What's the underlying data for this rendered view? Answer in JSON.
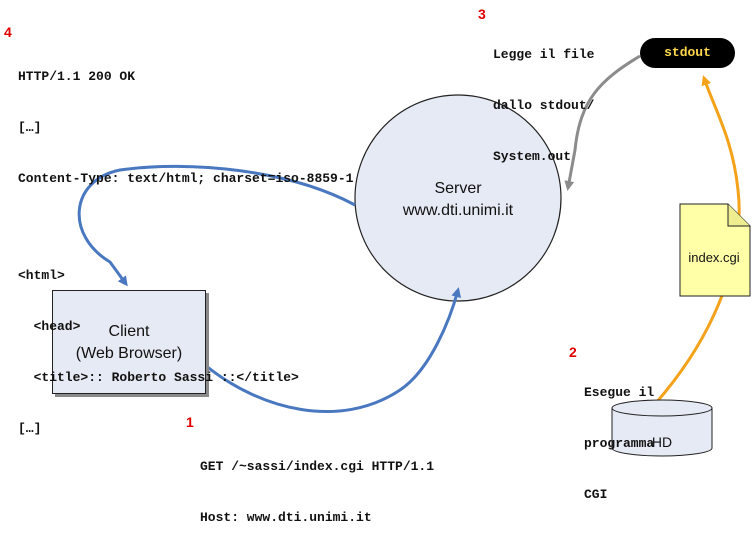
{
  "steps": {
    "response": {
      "number": "4",
      "lines": [
        "HTTP/1.1 200 OK",
        "[…]",
        "Content-Type: text/html; charset=iso-8859-1",
        "",
        "<html>",
        "  <head>",
        "  <title>:: Roberto Sassi ::</title>",
        "[…]"
      ]
    },
    "read_stdout": {
      "number": "3",
      "lines": [
        "Legge il file",
        "dallo stdout/",
        "System.out"
      ]
    },
    "execute": {
      "number": "2",
      "lines": [
        "Esegue il",
        "programma",
        "CGI"
      ]
    },
    "request": {
      "number": "1",
      "lines": [
        "GET /~sassi/index.cgi HTTP/1.1",
        "Host: www.dti.unimi.it"
      ]
    }
  },
  "nodes": {
    "client": {
      "line1": "Client",
      "line2": "(Web Browser)"
    },
    "server": {
      "line1": "Server",
      "line2": "www.dti.unimi.it"
    },
    "stdout": {
      "label": "stdout"
    },
    "script_file": {
      "label": "index.cgi"
    },
    "disk": {
      "label": "HD"
    }
  },
  "colors": {
    "blue_arrow": "#4a78c0",
    "gray_arrow": "#8c8c8c",
    "orange_arrow": "#f5a21b",
    "node_fill": "#e6eaf4",
    "file_fill": "#ffffa8",
    "step_number": "#e00000",
    "stdout_text": "#ffd84a"
  }
}
